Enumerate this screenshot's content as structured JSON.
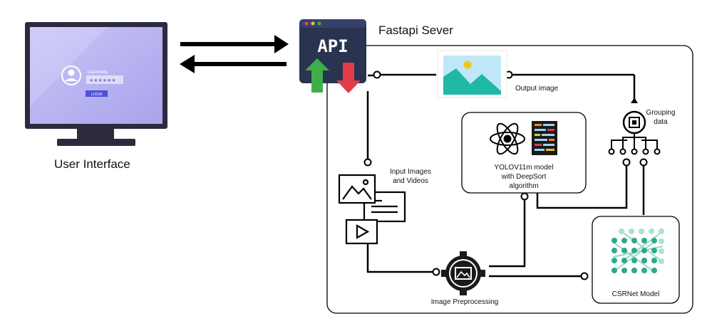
{
  "user_interface": {
    "label": "User Interface",
    "login_form": {
      "username_label": "USERNAME",
      "password_mask": "★★★★★★",
      "login_button": "LOGIN"
    }
  },
  "api": {
    "badge_text": "API",
    "label": "Fastapi Sever"
  },
  "output": {
    "label": "Output image"
  },
  "grouping": {
    "label_line1": "Grouping",
    "label_line2": "data"
  },
  "yolo": {
    "line1": "YOLOV11m model",
    "line2": "with DeepSort",
    "line3": "algorithm"
  },
  "inputs": {
    "line1": "Input Images",
    "line2": "and Videos"
  },
  "preprocessing": {
    "label": "Image Preprocessing"
  },
  "csrnet": {
    "label": "CSRNet Model"
  },
  "colors": {
    "monitor_bezel": "#2b2b3d",
    "screen": "#b9b5f0",
    "api_window": "#2a3350",
    "arrow_up": "#3fae49",
    "arrow_down": "#e23b4a",
    "sky": "#bfe7f7",
    "hills": "#1fb8a6",
    "sun": "#f5c518",
    "node_teal": "#2ea88f"
  }
}
